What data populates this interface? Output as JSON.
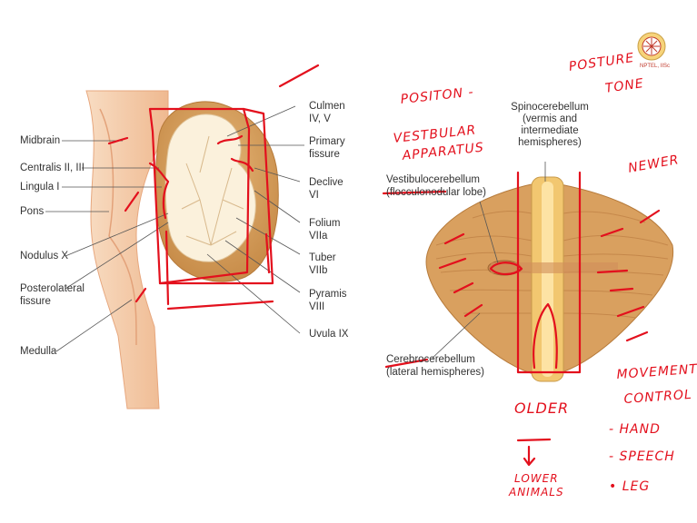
{
  "left_labels": {
    "midbrain": "Midbrain",
    "centralis": "Centralis II, III",
    "lingula": "Lingula I",
    "pons": "Pons",
    "nodulus": "Nodulus X",
    "posterolateral": [
      "Posterolateral",
      "fissure"
    ],
    "medulla": "Medulla"
  },
  "right_labels": {
    "culmen": [
      "Culmen",
      "IV, V"
    ],
    "primary_fissure": [
      "Primary",
      "fissure"
    ],
    "declive": [
      "Declive",
      "VI"
    ],
    "folium": [
      "Folium",
      "VIIa"
    ],
    "tuber": [
      "Tuber",
      "VIIb"
    ],
    "pyramis": [
      "Pyramis",
      "VIII"
    ],
    "uvula": "Uvula IX"
  },
  "cerebellum_labels": {
    "spinocerebellum": [
      "Spinocerebellum",
      "(vermis and",
      "intermediate",
      "hemispheres)"
    ],
    "vestibulocerebellum": [
      "Vestibulocerebellum",
      "(flocculonodular lobe)"
    ],
    "cerebrocerebellum": [
      "Cerebrocerebellum",
      "(lateral hemispheres)"
    ]
  },
  "annotations": {
    "position": "POSITON -",
    "posture": "POSTURE",
    "tone": "TONE",
    "vestibular": [
      "VESTBULAR",
      "APPARATUS"
    ],
    "newer": "NEWER",
    "older": "OLDER",
    "lower_animals": [
      "LOWER",
      "ANIMALS"
    ],
    "movement_control": [
      "MOVEMENT",
      "CONTROL"
    ],
    "list": [
      "- HAND",
      "- SPEECH",
      "• LEG"
    ]
  },
  "logo_text": "NPTEL, IISc",
  "colors": {
    "ink": "#e3101d",
    "brainstem": "#f4c9a4",
    "cerebellum": "#d9a05f",
    "white_matter": "#fbf1dc",
    "leader": "#555555"
  }
}
